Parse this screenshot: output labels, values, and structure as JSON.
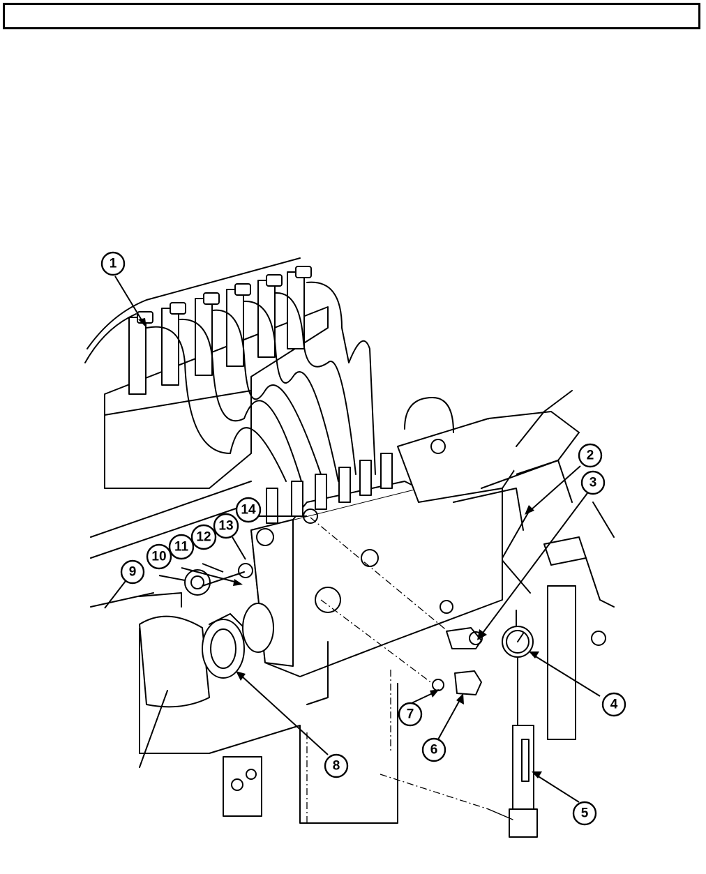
{
  "header": {
    "text": ""
  },
  "callouts": [
    {
      "label": "1"
    },
    {
      "label": "2"
    },
    {
      "label": "3"
    },
    {
      "label": "4"
    },
    {
      "label": "5"
    },
    {
      "label": "6"
    },
    {
      "label": "7"
    },
    {
      "label": "8"
    },
    {
      "label": "9"
    },
    {
      "label": "10"
    },
    {
      "label": "11"
    },
    {
      "label": "12"
    },
    {
      "label": "13"
    },
    {
      "label": "14"
    }
  ]
}
